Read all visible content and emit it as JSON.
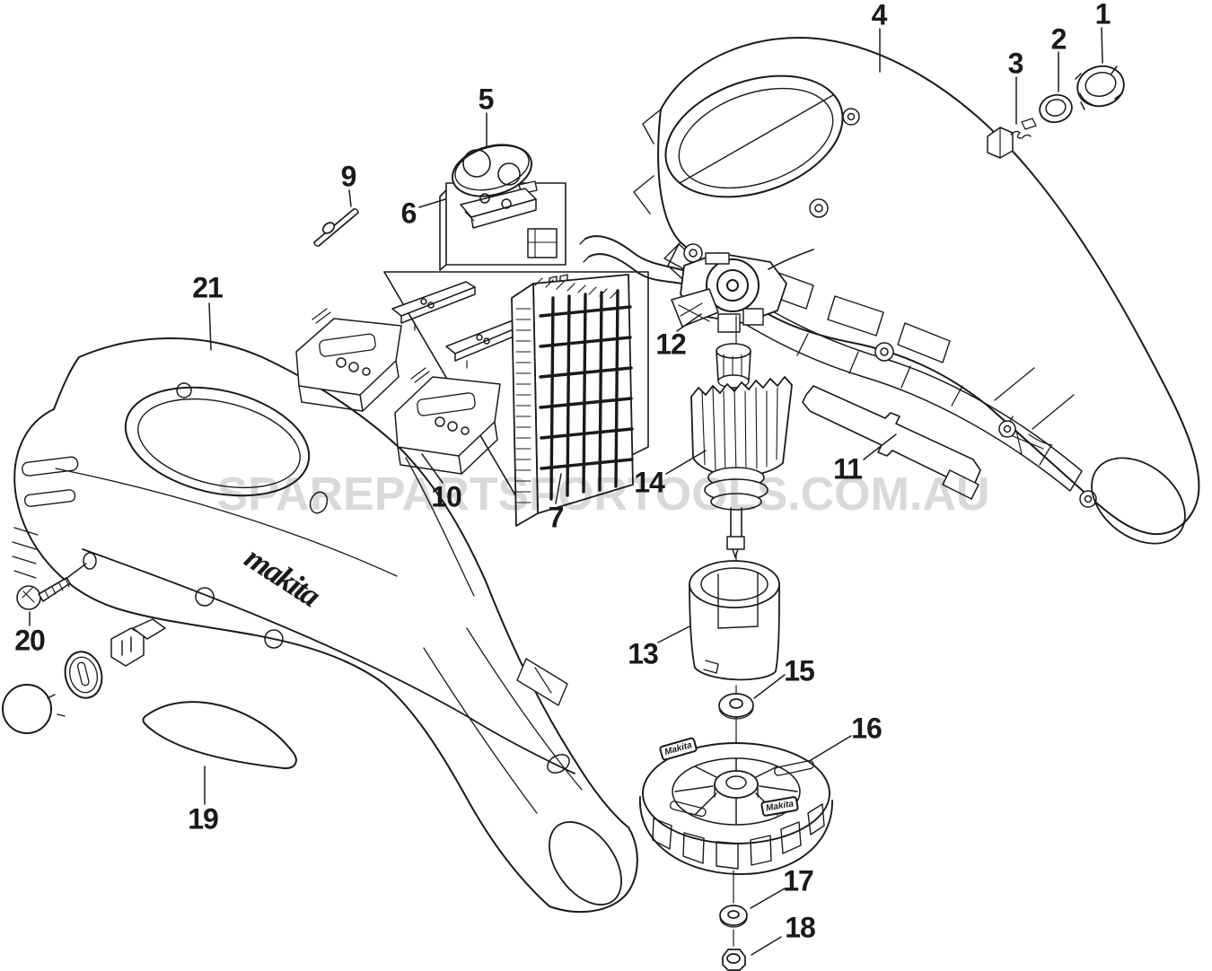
{
  "diagram": {
    "watermark": "SPAREPARTSFORTOOLS.COM.AU",
    "brand_logo_housing": "makita",
    "brand_logo_fan_left": "Makita",
    "brand_logo_fan_right": "Makita",
    "line_color": "#1a1a1a",
    "watermark_color": "#d9d9d9",
    "background": "#ffffff",
    "labels": {
      "p1": "1",
      "p2": "2",
      "p3": "3",
      "p4": "4",
      "p5": "5",
      "p6": "6",
      "p7": "7",
      "p9": "9",
      "p10": "10",
      "p11": "11",
      "p12": "12",
      "p13": "13",
      "p14": "14",
      "p15": "15",
      "p16": "16",
      "p17": "17",
      "p18": "18",
      "p19": "19",
      "p20": "20",
      "p21": "21"
    }
  }
}
